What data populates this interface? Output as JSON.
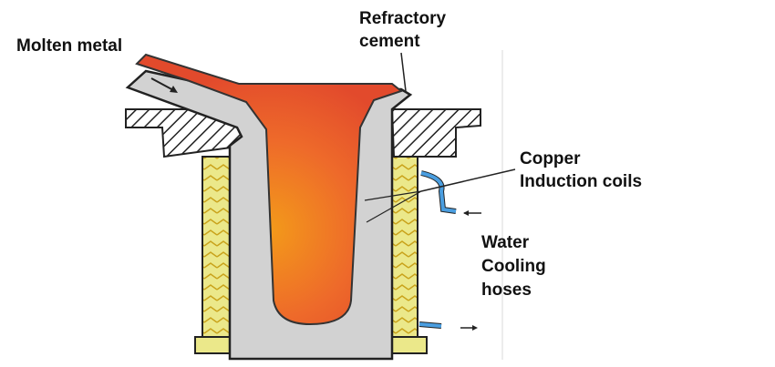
{
  "labels": {
    "molten_metal": "Molten metal",
    "refractory_line1": "Refractory",
    "refractory_line2": "cement",
    "copper_line1": "Copper",
    "copper_line2": "Induction coils",
    "water_line1": "Water",
    "water_line2": "Cooling",
    "water_line3": "hoses"
  },
  "colors": {
    "molten": "#e8502a",
    "molten_core": "#f07a1e",
    "refractory": "#cfcfcf",
    "coil": "#e9e58a",
    "hose": "#3a8fd9",
    "hatch": "#222222"
  }
}
